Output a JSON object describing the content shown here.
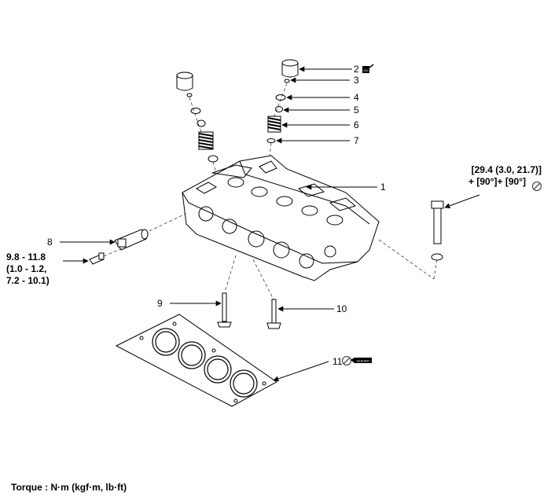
{
  "callouts": [
    {
      "id": "1",
      "label": "1"
    },
    {
      "id": "2",
      "label": "2"
    },
    {
      "id": "3",
      "label": "3"
    },
    {
      "id": "4",
      "label": "4"
    },
    {
      "id": "5",
      "label": "5"
    },
    {
      "id": "6",
      "label": "6"
    },
    {
      "id": "7",
      "label": "7"
    },
    {
      "id": "8",
      "label": "8"
    },
    {
      "id": "9",
      "label": "9"
    },
    {
      "id": "10",
      "label": "10"
    },
    {
      "id": "11",
      "label": "11"
    }
  ],
  "specs": {
    "head_bolt_line1": "[29.4 (3.0, 21.7)]",
    "head_bolt_line2": "+ [90°]+ [90°]",
    "ocv_line1": "9.8 - 11.8",
    "ocv_line2": "(1.0 - 1.2,",
    "ocv_line3": "7.2 - 10.1)"
  },
  "tags": {
    "oil_tag": "OIL",
    "sealant_tag": "SEALANT"
  },
  "icons": {
    "do_not_reuse": "no-reuse-icon",
    "oil": "oil-can-icon",
    "sealant": "sealant-tube-icon"
  },
  "footer": {
    "torque_note": "Torque : N·m (kgf·m, lb·ft)"
  }
}
